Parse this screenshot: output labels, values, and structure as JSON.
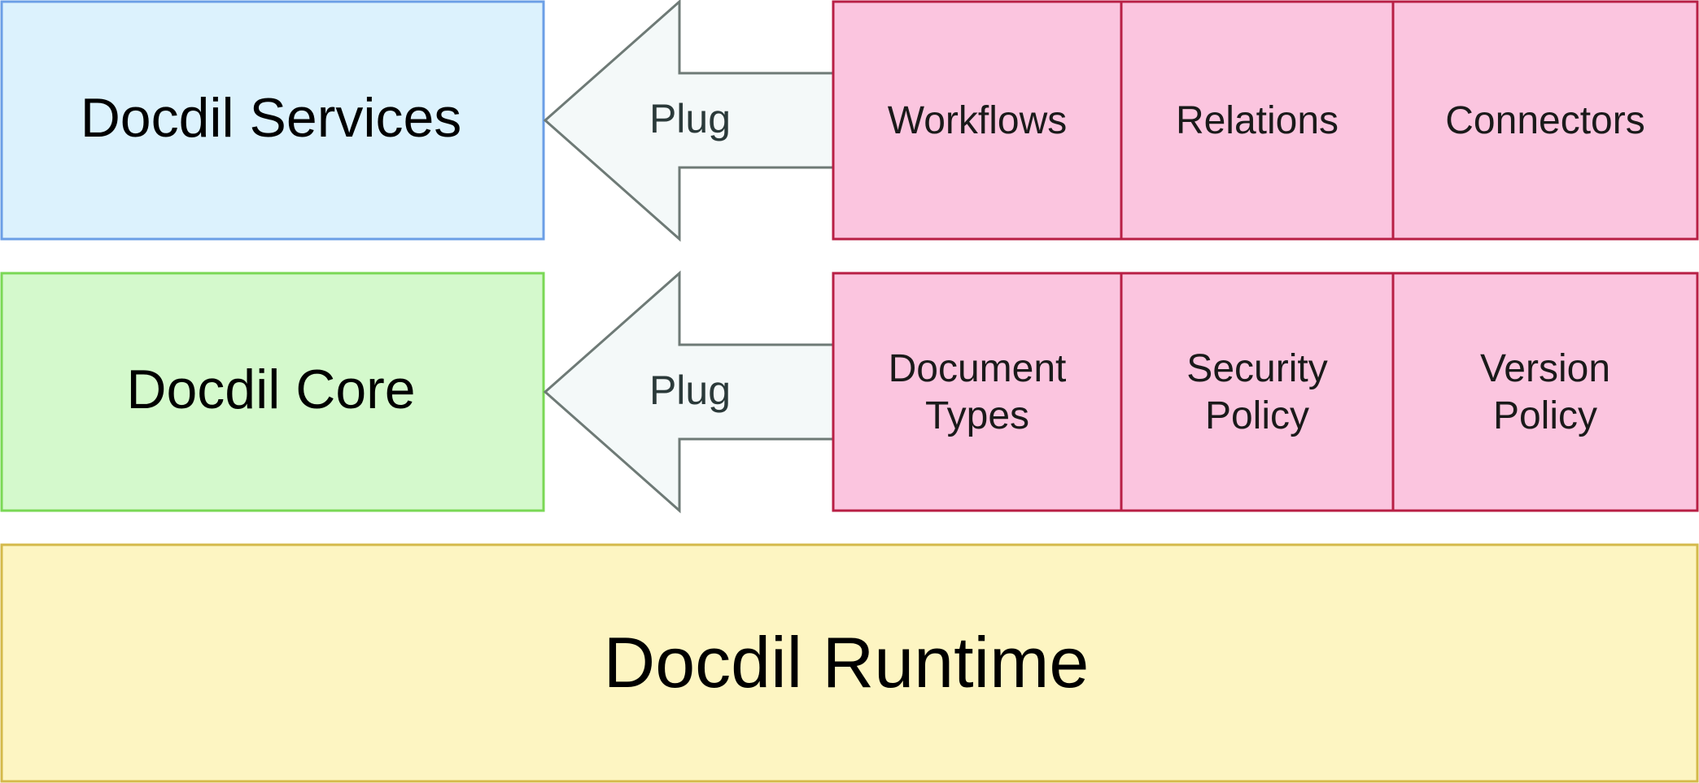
{
  "diagram": {
    "services": {
      "label": "Docdil Services",
      "plug_label": "Plug",
      "plugins": [
        {
          "lines": [
            "Workflows"
          ]
        },
        {
          "lines": [
            "Relations"
          ]
        },
        {
          "lines": [
            "Connectors"
          ]
        }
      ]
    },
    "core": {
      "label": "Docdil Core",
      "plug_label": "Plug",
      "plugins": [
        {
          "lines": [
            "Document",
            "Types"
          ]
        },
        {
          "lines": [
            "Security",
            "Policy"
          ]
        },
        {
          "lines": [
            "Version",
            "Policy"
          ]
        }
      ]
    },
    "runtime": {
      "label": "Docdil Runtime"
    }
  },
  "colors": {
    "services_fill": "#dcf2fd",
    "services_stroke": "#6b9fe6",
    "core_fill": "#d4f9cc",
    "core_stroke": "#7ad855",
    "runtime_fill": "#fdf5c2",
    "runtime_stroke": "#d4b94a",
    "plugin_fill": "#fbc5df",
    "plugin_stroke": "#b81f45",
    "arrow_fill": "#f4f9f9",
    "arrow_stroke": "#6e7a76"
  }
}
